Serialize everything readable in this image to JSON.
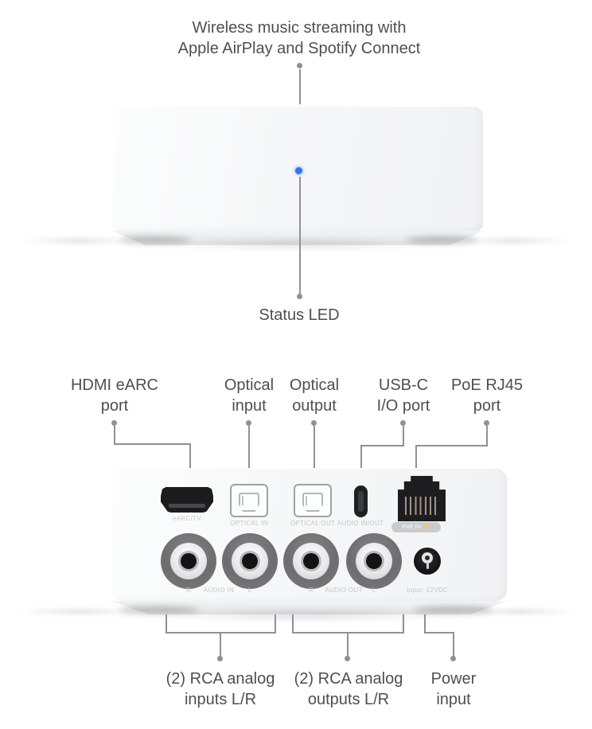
{
  "front": {
    "feature_line1": "Wireless music streaming with",
    "feature_line2": "Apple AirPlay and Spotify Connect",
    "status_label": "Status LED"
  },
  "rear": {
    "callouts": {
      "hdmi": {
        "line1": "HDMI eARC",
        "line2": "port"
      },
      "optical_in": {
        "line1": "Optical",
        "line2": "input"
      },
      "optical_out": {
        "line1": "Optical",
        "line2": "output"
      },
      "usbc": {
        "line1": "USB-C",
        "line2": "I/O port"
      },
      "poe": {
        "line1": "PoE RJ45",
        "line2": "port"
      },
      "rca_in": {
        "line1": "(2) RCA analog",
        "line2": "inputs L/R"
      },
      "rca_out": {
        "line1": "(2) RCA analog",
        "line2": "outputs L/R"
      },
      "power": {
        "line1": "Power",
        "line2": "input"
      }
    },
    "panel": {
      "hdmi": "eARC/TV",
      "optical_in": "OPTICAL IN",
      "optical_out": "OPTICAL OUT",
      "usbc": "AUDIO IN/OUT",
      "poe": "PoE IN ⚡",
      "rca_in_r": "R",
      "rca_in_group": "AUDIO IN",
      "rca_in_l": "L",
      "rca_out_r": "R",
      "rca_out_group": "AUDIO OUT",
      "rca_out_l": "L",
      "power": "Input: 12VDC"
    }
  },
  "colors": {
    "led": "#2f78f2",
    "leader": "#8f9193",
    "text": "#4e4f51",
    "panel-text": "#c4c6c9"
  }
}
